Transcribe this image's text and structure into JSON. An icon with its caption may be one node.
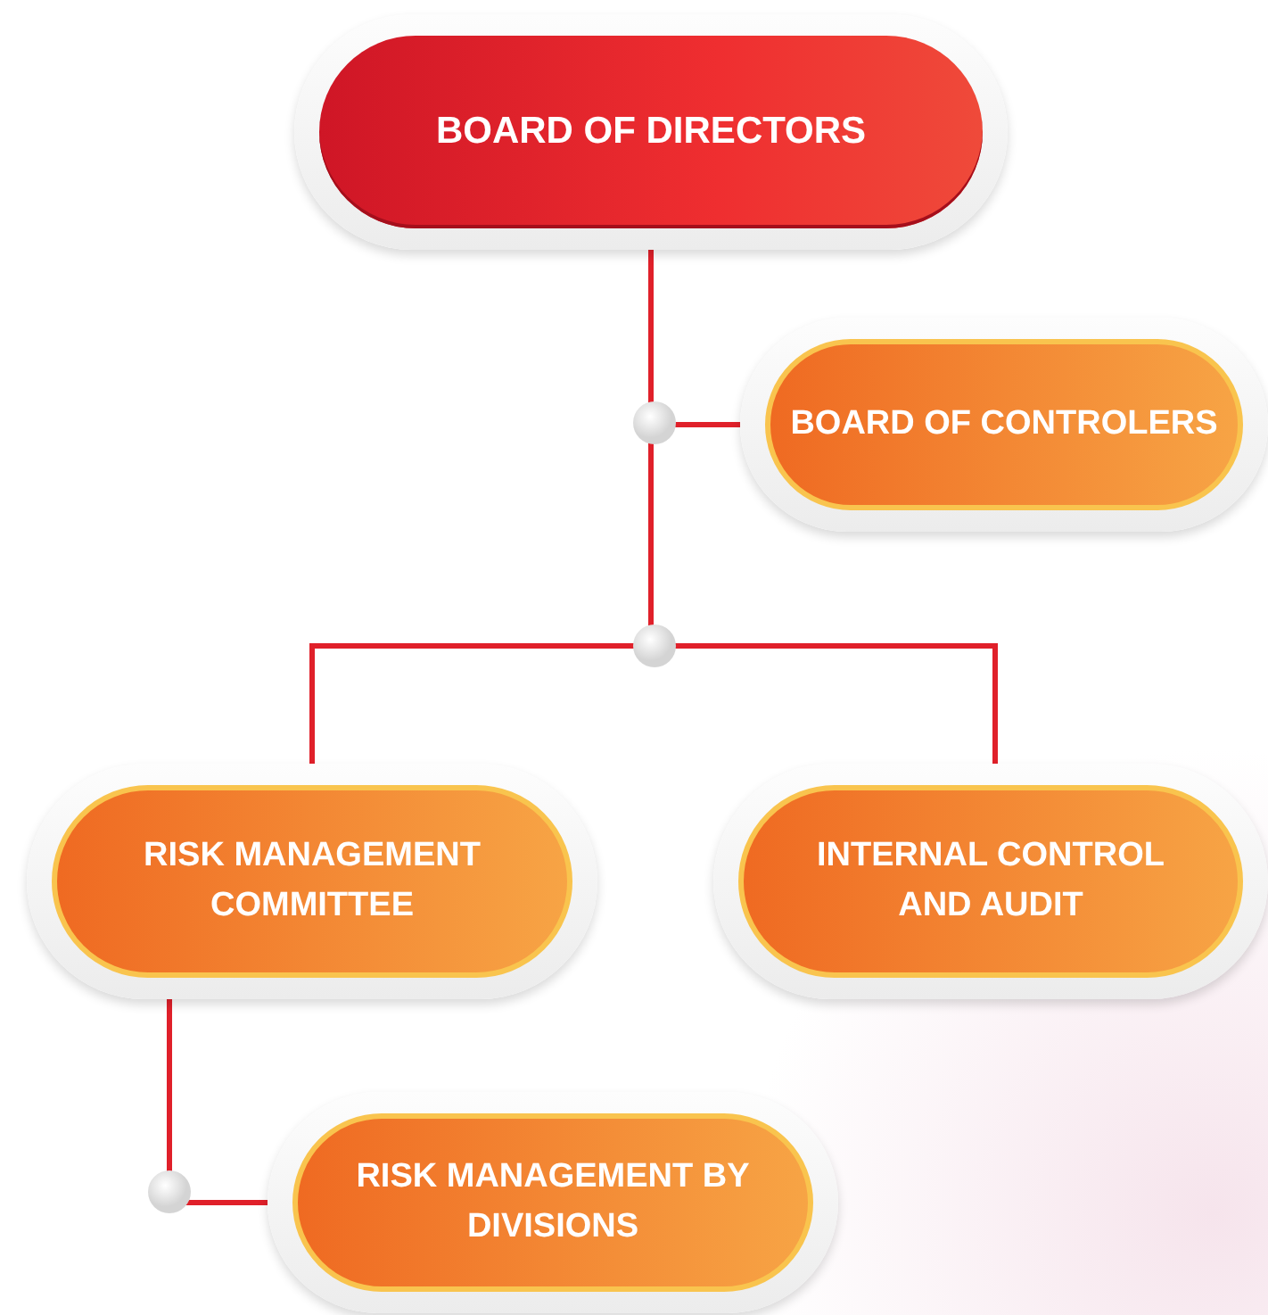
{
  "diagram": {
    "nodes": [
      {
        "text": [
          "BOARD OF DIRECTORS"
        ]
      },
      {
        "text": [
          "BOARD OF CONTROLERS"
        ]
      },
      {
        "text": [
          "RISK MANAGEMENT COMMITTEE"
        ]
      },
      {
        "text": [
          "INTERNAL CONTROL AND AUDIT"
        ]
      },
      {
        "text": [
          "RISK MANAGEMENT BY DIVISIONS"
        ]
      }
    ],
    "edges": [
      {
        "from": 0,
        "to": 1,
        "arrow": "none"
      },
      {
        "from": 0,
        "to": 2,
        "arrow": "none"
      },
      {
        "from": 0,
        "to": 3,
        "arrow": "none"
      },
      {
        "from": 2,
        "to": 4,
        "arrow": "none"
      }
    ]
  }
}
